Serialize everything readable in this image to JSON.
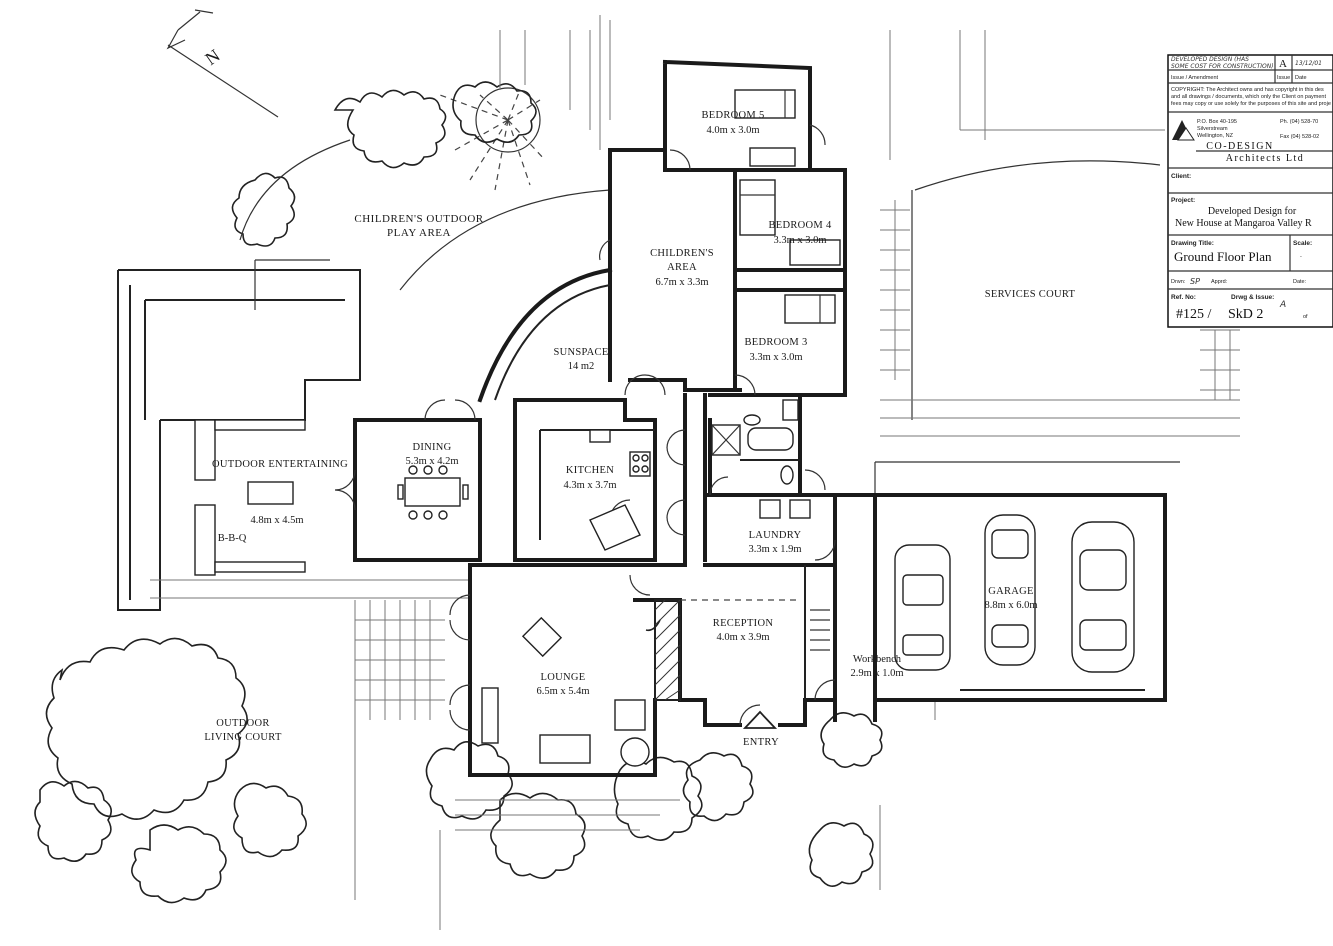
{
  "north_marker": {
    "text": "N"
  },
  "rooms": {
    "bedroom5": {
      "name": "BEDROOM 5",
      "dims": "4.0m x 3.0m"
    },
    "bedroom4": {
      "name": "BEDROOM 4",
      "dims": "3.3m x 3.0m"
    },
    "bedroom3": {
      "name": "BEDROOM 3",
      "dims": "3.3m x 3.0m"
    },
    "childrens_area": {
      "name_line1": "CHILDREN'S",
      "name_line2": "AREA",
      "dims": "6.7m x 3.3m"
    },
    "sunspace": {
      "name": "SUNSPACE",
      "dims": "14 m2"
    },
    "dining": {
      "name": "DINING",
      "dims": "5.3m x 4.2m"
    },
    "kitchen": {
      "name": "KITCHEN",
      "dims": "4.3m x 3.7m"
    },
    "laundry": {
      "name": "LAUNDRY",
      "dims": "3.3m x 1.9m"
    },
    "outdoor_entertaining": {
      "name": "OUTDOOR ENTERTAINING",
      "dims": "4.8m x 4.5m",
      "bbq": "B-B-Q"
    },
    "lounge": {
      "name": "LOUNGE",
      "dims": "6.5m x 5.4m"
    },
    "reception": {
      "name": "RECEPTION",
      "dims": "4.0m x 3.9m"
    },
    "garage": {
      "name": "GARAGE",
      "dims": "8.8m x 6.0m"
    },
    "workbench": {
      "name": "Workbench",
      "dims": "2.9m x 1.0m"
    },
    "entry": {
      "name": "ENTRY"
    },
    "childrens_outdoor": {
      "name_line1": "CHILDREN'S OUTDOOR",
      "name_line2": "PLAY AREA"
    },
    "outdoor_living": {
      "name_line1": "OUTDOOR",
      "name_line2": "LIVING COURT"
    },
    "services_court": {
      "name": "SERVICES COURT"
    }
  },
  "title_block": {
    "revision_note_line1": "DEVELOPED DESIGN (HAS",
    "revision_note_line2": "SOME COST FOR CONSTRUCTION)",
    "revision_issue": "A",
    "revision_date": "13/12/01",
    "issue_amendment_label": "Issue / Amendment",
    "issue_label": "Issue",
    "date_label": "Date",
    "copyright_line1": "COPYRIGHT: The Architect owns and has copyright in this des",
    "copyright_line2": "and all drawings / documents, which only the Client on payment",
    "copyright_line3": "fees may copy or use solely for the purposes of this site and proje",
    "po_box": "P.O. Box 40-195",
    "suburb": "Silverstream",
    "city": "Wellington, NZ",
    "phone": "Ph. (04) 528-70",
    "fax": "Fax (04) 528-02",
    "firm_line1": "CO-DESIGN",
    "firm_line2": "Architects Ltd",
    "client_label": "Client:",
    "project_label": "Project:",
    "project_line1": "Developed Design for",
    "project_line2": "New House at Mangaroa Valley R",
    "drawing_title_label": "Drawing Title:",
    "drawing_title": "Ground Floor Plan",
    "scale_label": "Scale:",
    "scale_value": "-",
    "drawn_label": "Drwn:",
    "drawn_value": "SP",
    "approved_label": "Apprd:",
    "date2_label": "Date:",
    "ref_label": "Ref. No:",
    "ref_value": "#125 /",
    "dwg_label": "Drwg & Issue:",
    "dwg_value": "SkD 2",
    "issue_value": "A",
    "of_label": "of"
  }
}
